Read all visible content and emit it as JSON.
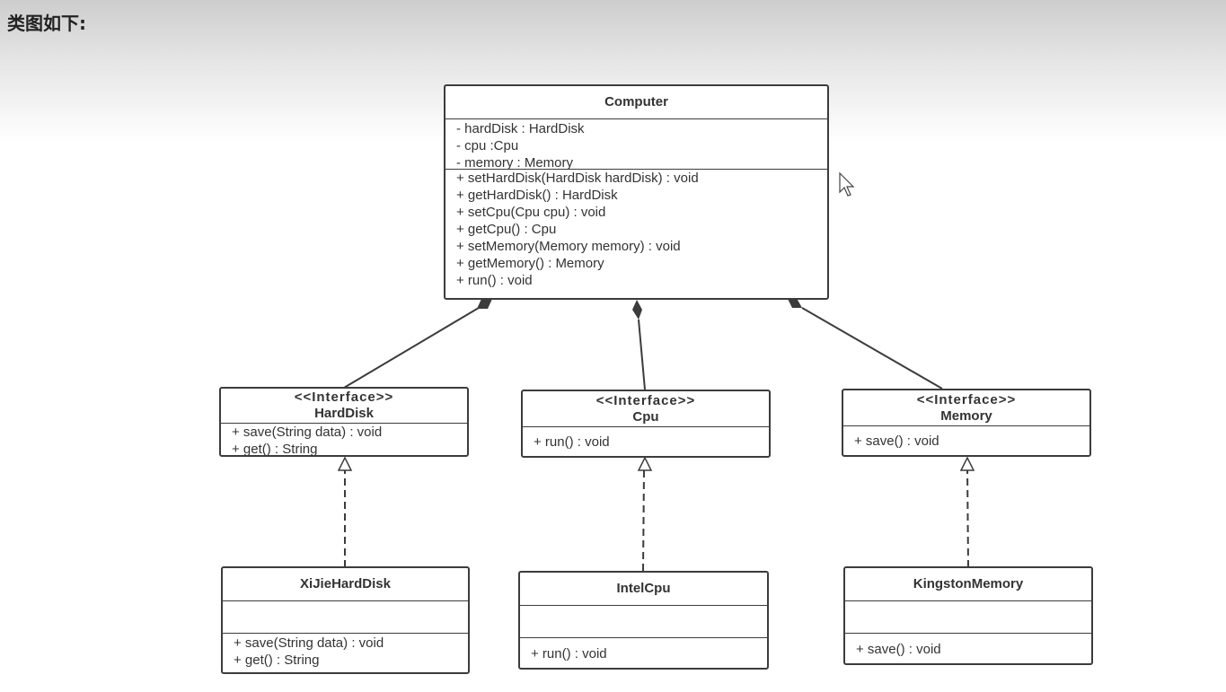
{
  "heading": "类图如下:",
  "computer": {
    "name": "Computer",
    "attributes": [
      "- hardDisk : HardDisk",
      "- cpu :Cpu",
      "- memory : Memory"
    ],
    "methods": [
      "+ setHardDisk(HardDisk hardDisk) : void",
      "+ getHardDisk() : HardDisk",
      "+ setCpu(Cpu cpu) : void",
      "+ getCpu() : Cpu",
      "+ setMemory(Memory memory) : void",
      "+ getMemory() : Memory",
      "+ run() : void"
    ]
  },
  "harddisk": {
    "stereotype": "<<Interface>>",
    "name": "HardDisk",
    "methods": [
      "+ save(String data) : void",
      "+ get() : String"
    ]
  },
  "cpu": {
    "stereotype": "<<Interface>>",
    "name": "Cpu",
    "methods": [
      "+ run() : void"
    ]
  },
  "memory": {
    "stereotype": "<<Interface>>",
    "name": "Memory",
    "methods": [
      "+ save() : void"
    ]
  },
  "xijie": {
    "name": "XiJieHardDisk",
    "methods": [
      "+ save(String data) : void",
      "+ get() : String"
    ]
  },
  "intel": {
    "name": "IntelCpu",
    "methods": [
      "+ run() : void"
    ]
  },
  "kingston": {
    "name": "KingstonMemory",
    "methods": [
      "+ save() : void"
    ]
  },
  "colors": {
    "line": "#3c3c3c",
    "text": "#333333"
  }
}
